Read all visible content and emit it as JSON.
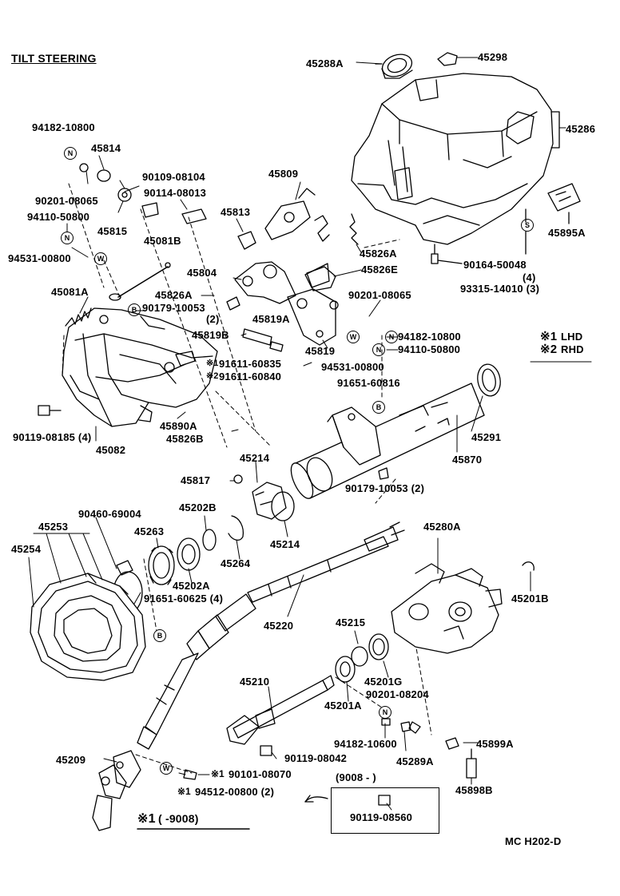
{
  "title": "TILT STEERING",
  "legend": {
    "lhd": "LHD",
    "rhd": "RHD",
    "mark1": "※1",
    "mark2": "※2"
  },
  "footer": {
    "code": "MC H202-D",
    "note_mark": "※1",
    "note_range": "(      -9008)",
    "box_range": "(9008 -         )",
    "box_part": "90119-08560"
  },
  "badges": {
    "N": "N",
    "W": "W",
    "B": "B",
    "S": "S"
  },
  "parts": {
    "p45288A": "45288A",
    "p45298": "45298",
    "p45286": "45286",
    "p45895A": "45895A",
    "p90164": "90164-50048",
    "p90164_qty": "(4)",
    "p93315": "93315-14010 (3)",
    "p94182a": "94182-10800",
    "p45814": "45814",
    "p90201a": "90201-08065",
    "p94110a": "94110-50800",
    "p90109": "90109-08104",
    "p90114": "90114-08013",
    "p45809": "45809",
    "p45813": "45813",
    "p45815": "45815",
    "p45081B": "45081B",
    "p45826A_r": "45826A",
    "p94531a": "94531-00800",
    "p45826E": "45826E",
    "p45081A": "45081A",
    "p45804": "45804",
    "p45826A_l": "45826A",
    "p90179a": "90179-10053",
    "p90179a_qty": "(2)",
    "p90201b": "90201-08065",
    "p45819B": "45819B",
    "p45819A": "45819A",
    "p94182b": "94182-10800",
    "p45819": "45819",
    "p94110b": "94110-50800",
    "p91611a": "91611-60835",
    "p91611b": "91611-60840",
    "p94531b": "94531-00800",
    "p91651a": "91651-60816",
    "p90119a": "90119-08185 (4)",
    "p45082": "45082",
    "p45890A": "45890A",
    "p45826B": "45826B",
    "p45291": "45291",
    "p45870": "45870",
    "p45214a": "45214",
    "p45817": "45817",
    "p90179b": "90179-10053 (2)",
    "p90460": "90460-69004",
    "p45253": "45253",
    "p45202B": "45202B",
    "p45263": "45263",
    "p45254": "45254",
    "p45214b": "45214",
    "p45280A": "45280A",
    "p45264": "45264",
    "p45202A": "45202A",
    "p91651b": "91651-60625 (4)",
    "p45201B": "45201B",
    "p45220": "45220",
    "p45215": "45215",
    "p45210": "45210",
    "p45201G": "45201G",
    "p90201c": "90201-08204",
    "p45201A": "45201A",
    "p94182c": "94182-10600",
    "p45899A": "45899A",
    "p90119b": "90119-08042",
    "p45289A": "45289A",
    "p45209": "45209",
    "p90101": "90101-08070",
    "p45898B": "45898B",
    "p94512": "94512-00800 (2)"
  }
}
